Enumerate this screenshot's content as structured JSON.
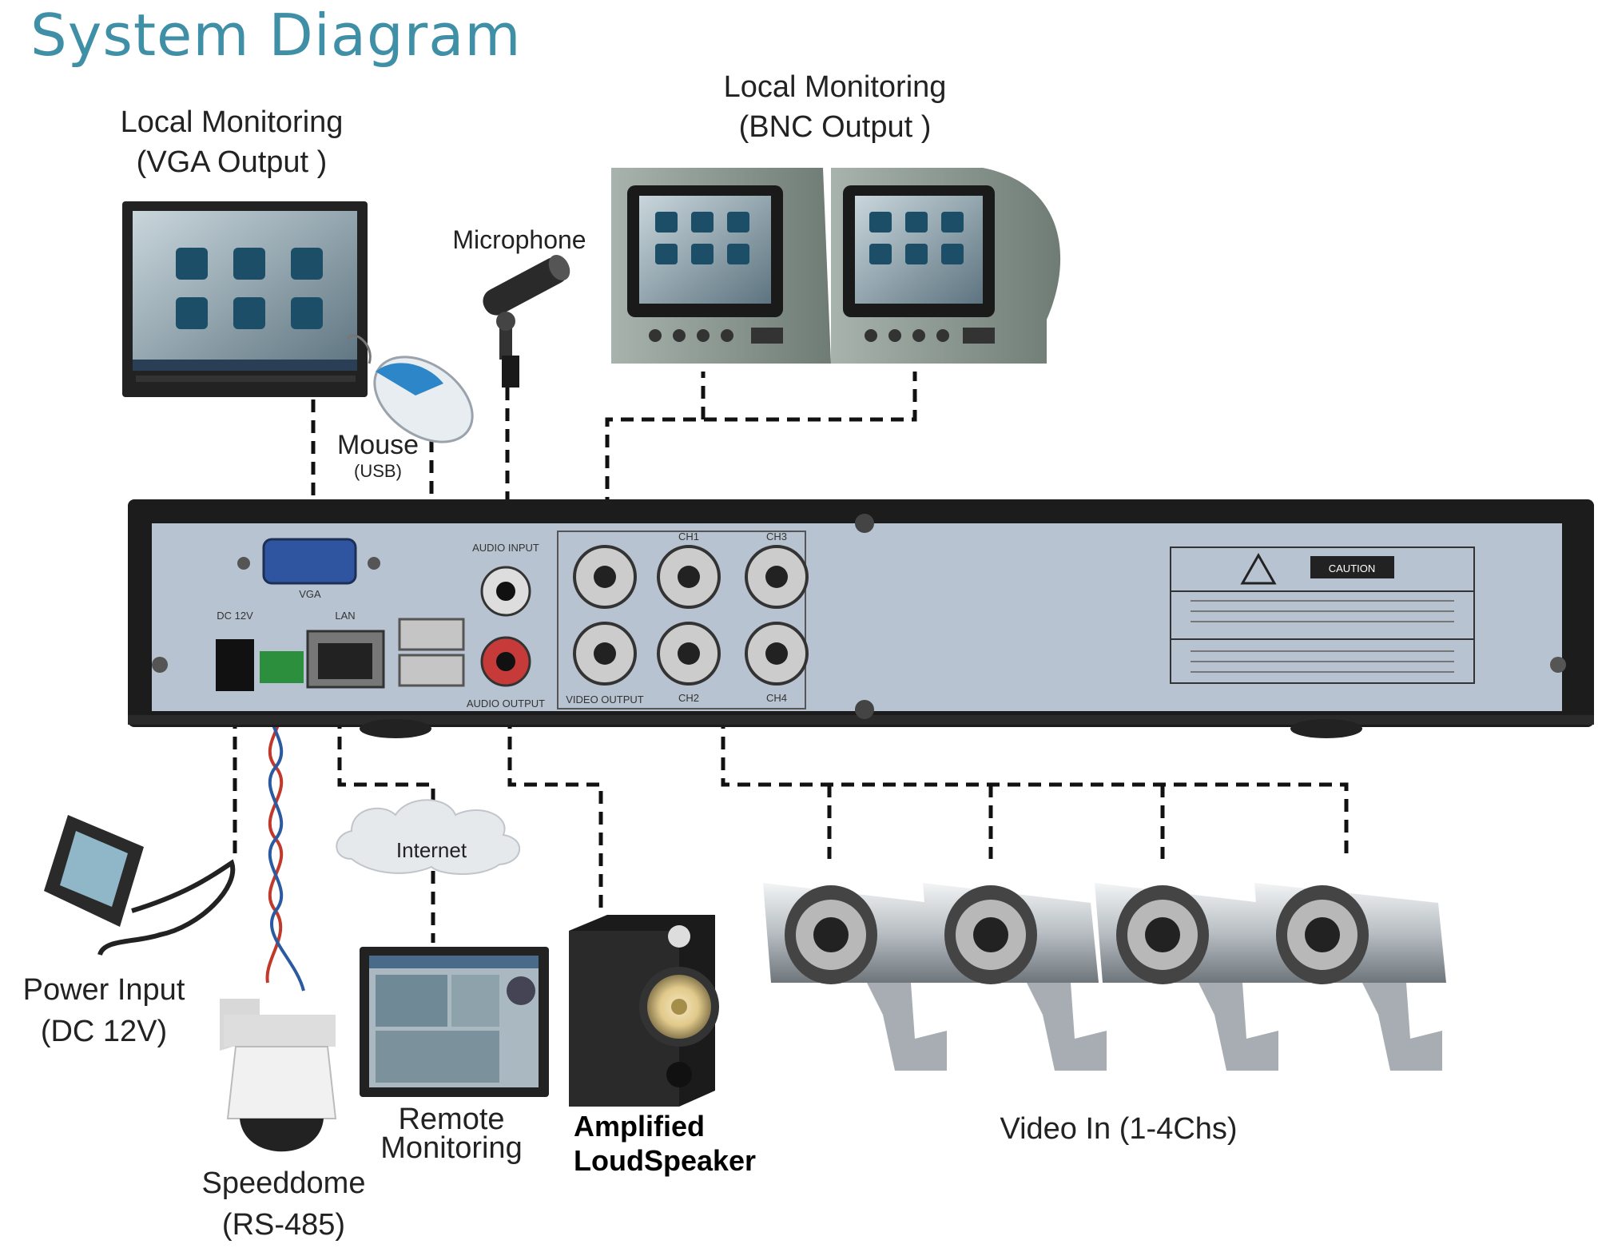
{
  "title": "System Diagram",
  "labels": {
    "vga_monitor": [
      "Local Monitoring",
      "(VGA Output )"
    ],
    "bnc_monitor": [
      "Local Monitoring",
      "(BNC Output )"
    ],
    "microphone": "Microphone",
    "mouse": "Mouse",
    "mouse_sub": "(USB)",
    "internet": "Internet",
    "power": [
      "Power Input",
      "(DC 12V)"
    ],
    "speeddome": [
      "Speeddome",
      "(RS-485)"
    ],
    "remote": [
      "Remote",
      "Monitoring"
    ],
    "speaker": [
      "Amplified",
      "LoudSpeaker"
    ],
    "video_in": "Video In (1-4Chs)"
  },
  "dvr_panel": {
    "ports": {
      "vga": "VGA",
      "dc": "DC 12V",
      "lan": "LAN",
      "audio_input": "AUDIO INPUT",
      "audio_output": "AUDIO OUTPUT",
      "video_output": "VIDEO OUTPUT",
      "ch1": "CH1",
      "ch2": "CH2",
      "ch3": "CH3",
      "ch4": "CH4",
      "caution": "CAUTION"
    }
  },
  "colors": {
    "title": "#3f8fa7",
    "panel": "#b7c3d0",
    "chassis": "#1c1c1c",
    "dashed": "#111111",
    "rs485_red": "#c0392b",
    "rs485_blue": "#2c5aa0"
  }
}
